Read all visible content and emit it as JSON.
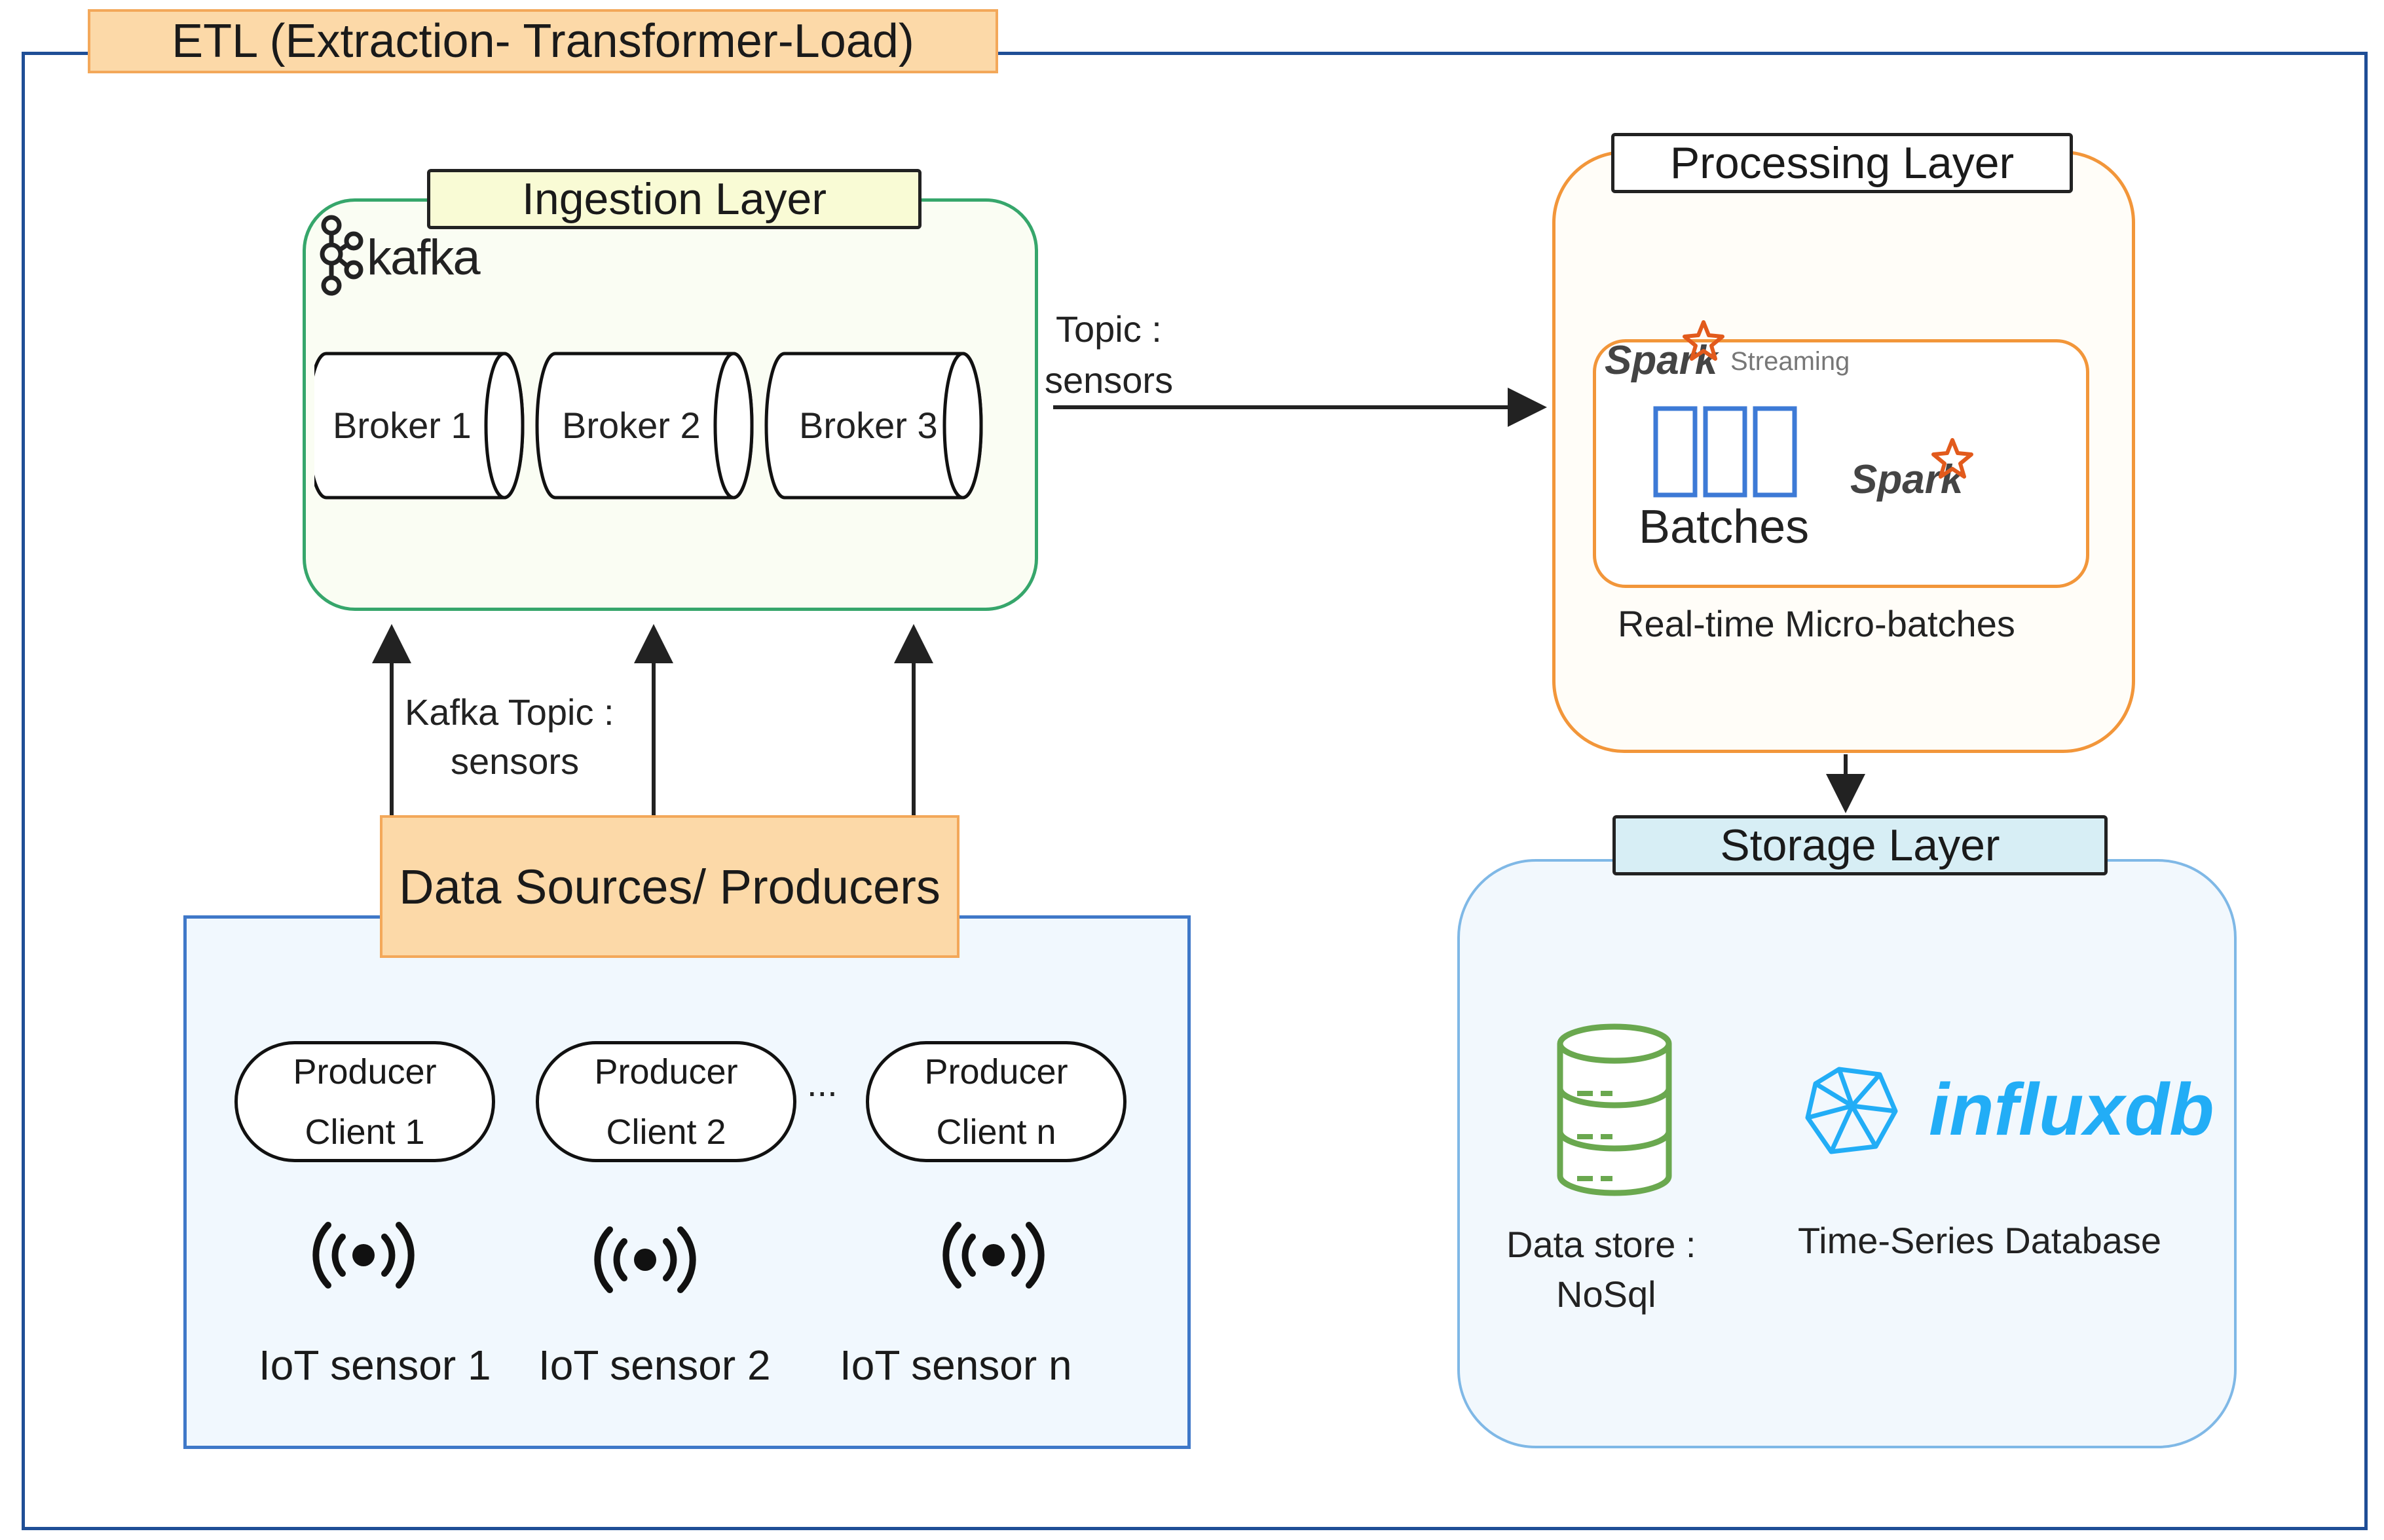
{
  "etl": {
    "title": "ETL (Extraction- Transformer-Load)"
  },
  "ingestion": {
    "title": "Ingestion Layer",
    "logo": "kafka",
    "brokers": [
      "Broker 1",
      "Broker 2",
      "Broker 3"
    ]
  },
  "topic_label": {
    "line1": "Topic :",
    "line2": "sensors"
  },
  "processing": {
    "title": "Processing Layer",
    "spark_streaming_logo": "Spark",
    "streaming_word": "Streaming",
    "batches_label": "Batches",
    "spark_logo": "Spark",
    "caption": "Real-time Micro-batches"
  },
  "storage": {
    "title": "Storage Layer",
    "datastore_label_1": "Data store :",
    "datastore_label_2": "NoSql",
    "influx_logo": "influxdb",
    "timeseries_label": "Time-Series Database"
  },
  "kafka_topic_label": {
    "line1": "Kafka Topic :",
    "line2": "sensors"
  },
  "sources": {
    "title": "Data Sources/ Producers",
    "clients": [
      {
        "line1": "Producer",
        "line2": "Client 1"
      },
      {
        "line1": "Producer",
        "line2": "Client 2"
      },
      {
        "line1": "Producer",
        "line2": "Client n"
      }
    ],
    "ellipsis": "...",
    "sensors": [
      "IoT sensor 1",
      "IoT sensor 2",
      "IoT sensor n"
    ]
  },
  "colors": {
    "outer_border": "#1f4e96",
    "ingestion_border": "#36a66b",
    "processing_border": "#f2963a",
    "storage_border": "#7fb8e6",
    "sources_border": "#3f78c8",
    "label_orange": "#fcd9a8",
    "spark_orange": "#e25a1c",
    "influx_blue": "#22adf6",
    "db_green": "#6aa84f"
  }
}
